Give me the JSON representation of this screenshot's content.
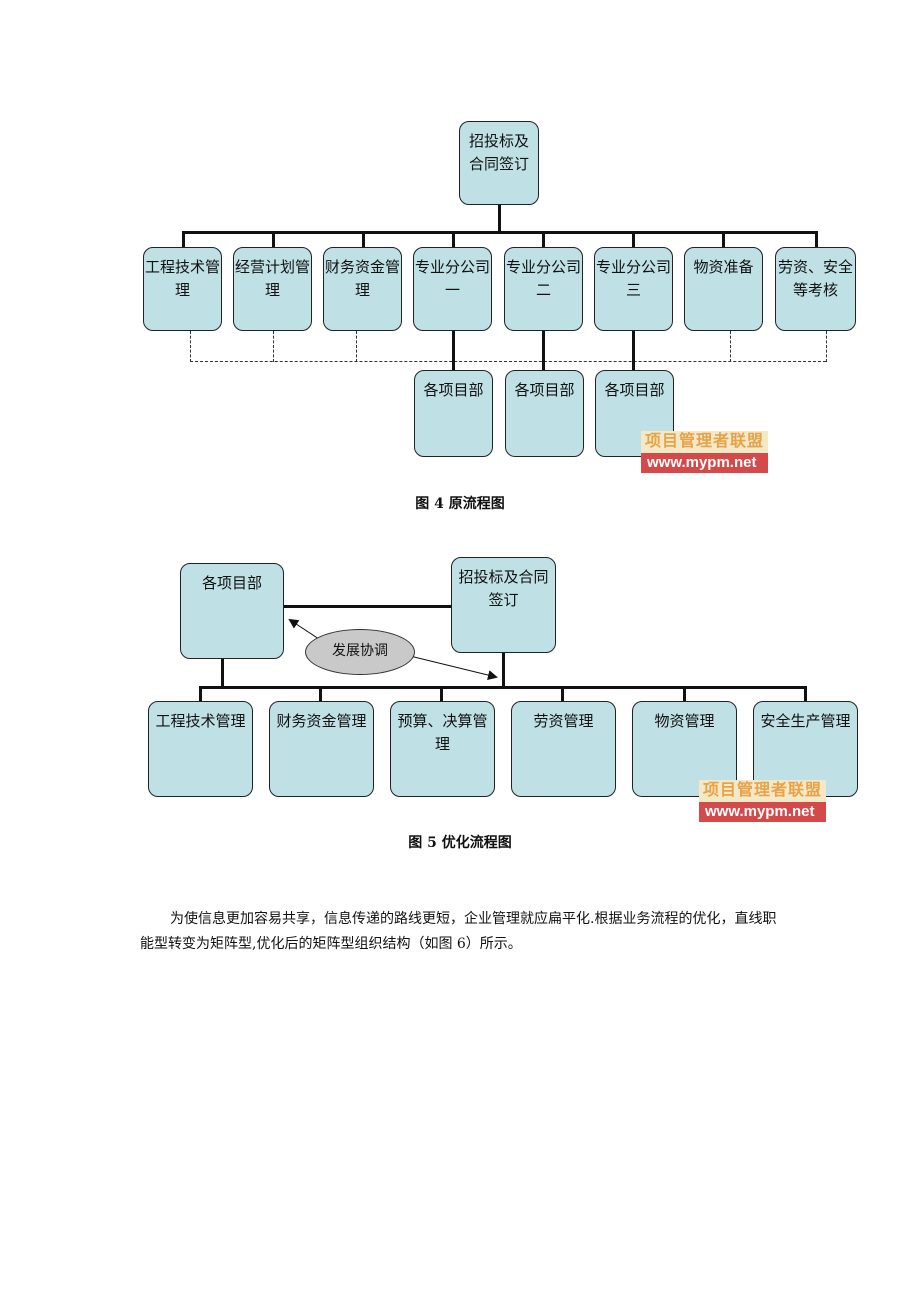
{
  "figure4": {
    "top": "招投标及合同签订",
    "departments": [
      "工程技术管理",
      "经营计划管理",
      "财务资金管理",
      "专业分公司一",
      "专业分公司二",
      "专业分公司三",
      "物资准备",
      "劳资、安全等考核"
    ],
    "project_units": [
      "各项目部",
      "各项目部",
      "各项目部"
    ],
    "caption": "图 4   原流程图"
  },
  "figure5": {
    "top": "招投标及合同签订",
    "project": "各项目部",
    "coordination": "发展协调",
    "departments": [
      "工程技术管理",
      "财务资金管理",
      "预算、决算管理",
      "劳资管理",
      "物资管理",
      "安全生产管理"
    ],
    "caption": "图 5   优化流程图"
  },
  "watermark": {
    "line1": "项目管理者联盟",
    "line2": "www.mypm.net"
  },
  "paragraph": "为使信息更加容易共享，信息传递的路线更短，企业管理就应扁平化.根据业务流程的优化，直线职能型转变为矩阵型,优化后的矩阵型组织结构（如图 6）所示。"
}
